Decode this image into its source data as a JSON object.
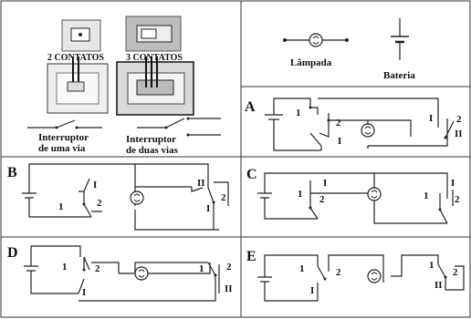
{
  "legend": {
    "two_contacts": "2 CONTATOS",
    "three_contacts": "3 CONTATOS",
    "one_way_switch": [
      "Interruptor",
      "de uma via"
    ],
    "two_way_switch": [
      "Interruptor",
      "de duas vias"
    ],
    "lamp": "Lâmpada",
    "battery": "Bateria"
  },
  "panels": [
    {
      "letter": "A",
      "left_terminals": [
        "1",
        "2",
        "I"
      ],
      "right_terminals": [
        "I",
        "2",
        "II"
      ]
    },
    {
      "letter": "B",
      "left_terminals": [
        "1",
        "2",
        "I"
      ],
      "right_terminals": [
        "II",
        "2",
        "I"
      ]
    },
    {
      "letter": "C",
      "left_terminals": [
        "1",
        "2",
        "I"
      ],
      "right_terminals": [
        "1",
        "2",
        "I"
      ]
    },
    {
      "letter": "D",
      "left_terminals": [
        "1",
        "2",
        "I"
      ],
      "right_terminals": [
        "1",
        "2",
        "II"
      ]
    },
    {
      "letter": "E",
      "left_terminals": [
        "1",
        "2",
        "I"
      ],
      "right_terminals": [
        "1",
        "2",
        "II"
      ]
    }
  ]
}
